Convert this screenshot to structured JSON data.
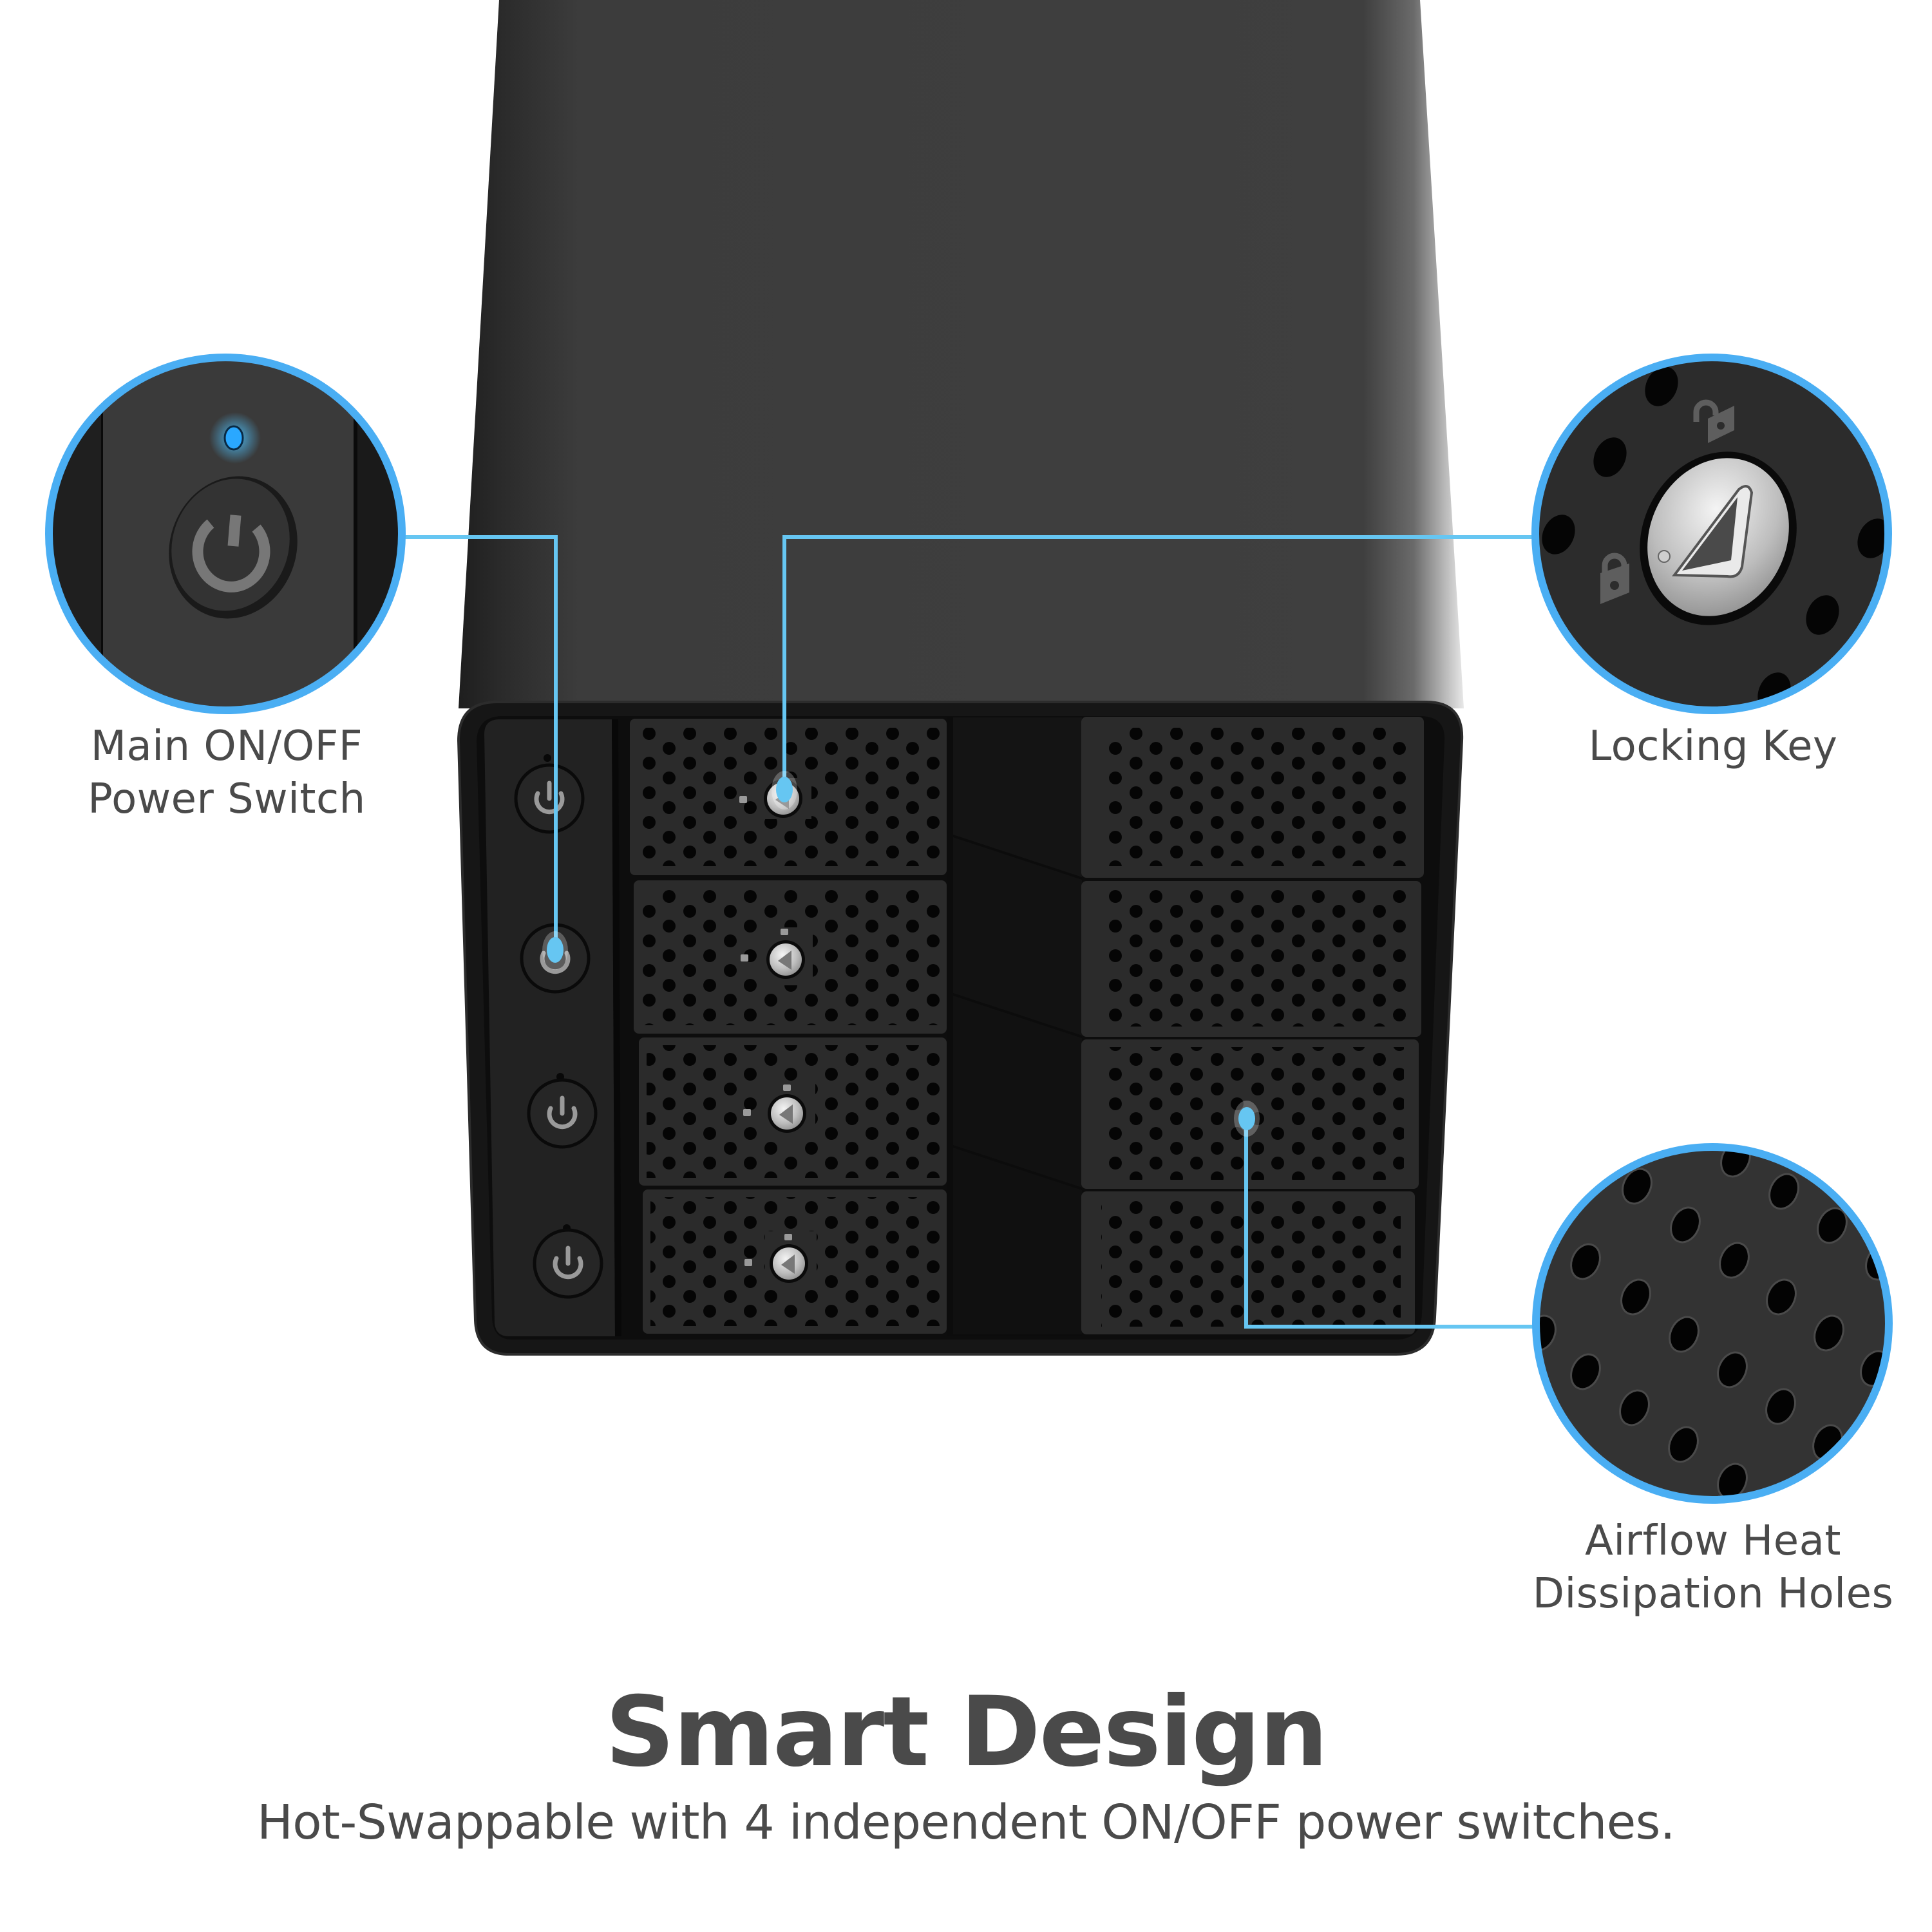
{
  "product_image": {
    "subject": "4-bay hard drive enclosure, front view",
    "body_color": "#3e3e3e",
    "front_color": "#1c1c1c",
    "bay_color": "#2b2b2b",
    "bays": {
      "left_column": [
        {
          "slot": 1,
          "power_button": "power-icon",
          "lock": "locked-key-slot"
        },
        {
          "slot": 2,
          "power_button": "power-icon",
          "lock": "locked-key-slot"
        },
        {
          "slot": 3,
          "power_button": "power-icon",
          "lock": "locked-key-slot"
        },
        {
          "slot": 4,
          "power_button": "power-icon",
          "lock": "locked-key-slot"
        }
      ],
      "right_column_count": 4
    }
  },
  "accent_color": "#4aaef3",
  "callout_line_color": "#66c6f2",
  "callouts": [
    {
      "id": "power",
      "lines": [
        "Main ON/OFF",
        "Power Switch"
      ],
      "icon": "power-icon",
      "led_color": "#2aa8ff"
    },
    {
      "id": "lock",
      "lines": [
        "Locking Key"
      ],
      "icon": "key-lock-icon"
    },
    {
      "id": "airflow",
      "lines": [
        "Airflow Heat",
        "Dissipation Holes"
      ],
      "icon": "vent-holes-icon"
    }
  ],
  "headline": {
    "title": "Smart Design",
    "subtitle": "Hot-Swappable with 4 independent ON/OFF power switches."
  },
  "text_color": "#4a4a4a"
}
